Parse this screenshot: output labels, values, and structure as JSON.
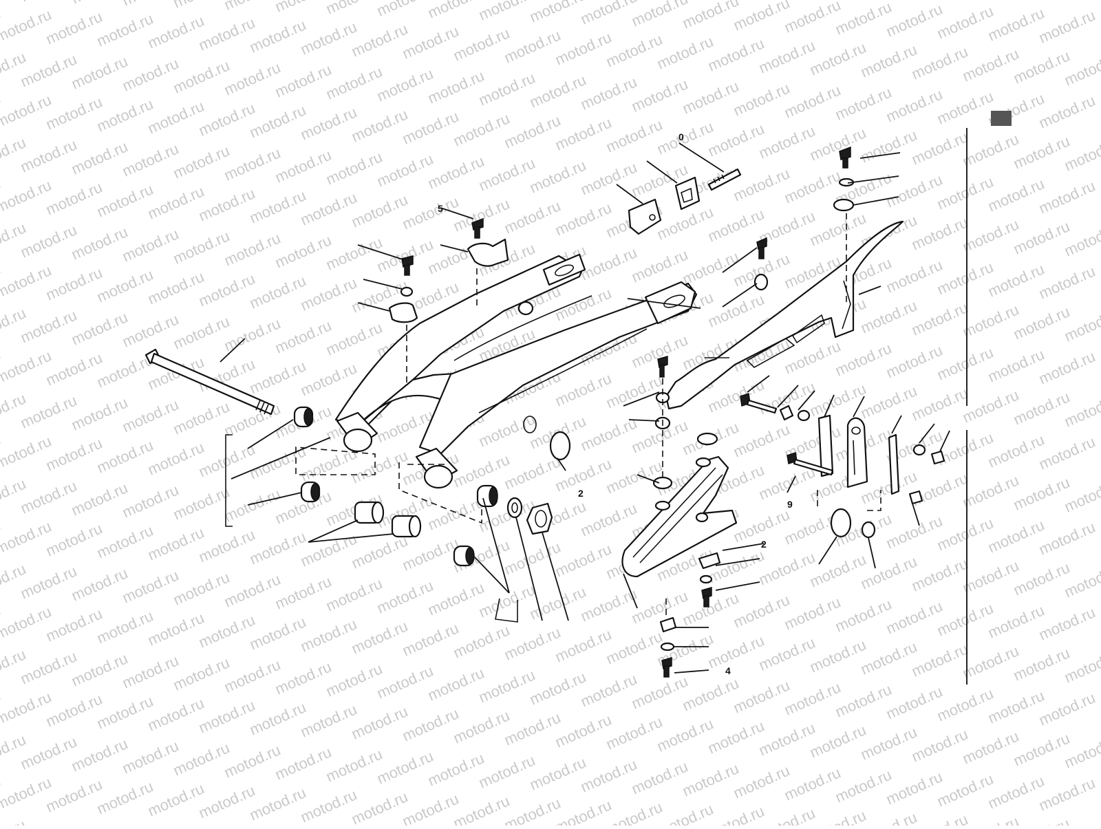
{
  "watermark": {
    "text": "motod.ru"
  },
  "callouts": [
    {
      "id": "callout-0",
      "text": "0"
    },
    {
      "id": "callout-5",
      "text": "5"
    },
    {
      "id": "callout-2-cap",
      "text": "2"
    },
    {
      "id": "callout-2-guide",
      "text": "2"
    },
    {
      "id": "callout-4",
      "text": "4"
    },
    {
      "id": "callout-9",
      "text": "9"
    }
  ],
  "colors": {
    "line": "#111111",
    "watermark": "#c9c9c9",
    "marker": "#555555"
  },
  "icons": [
    "swingarm-drawing",
    "pivot-shaft",
    "chain-guide",
    "chain-case",
    "axle-adjuster-plate"
  ]
}
